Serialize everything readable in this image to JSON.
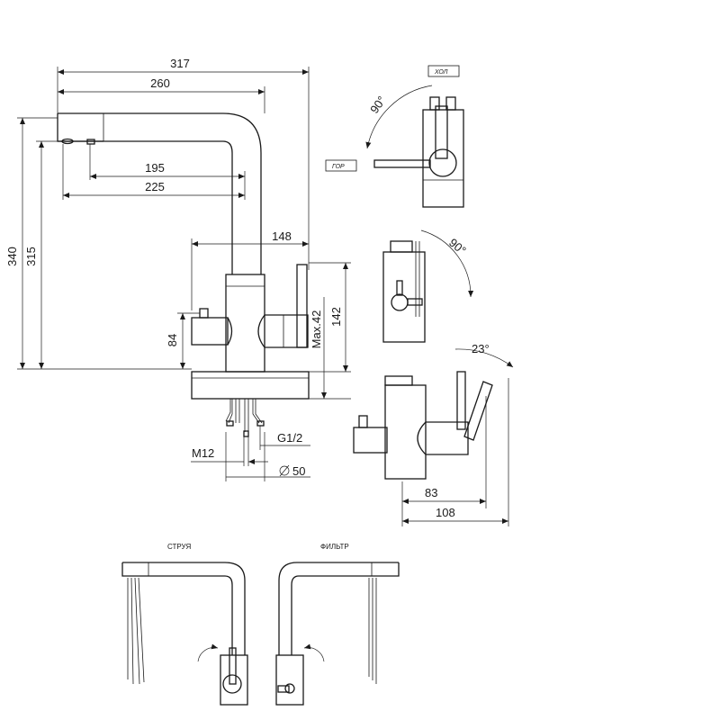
{
  "dimensions": {
    "d317": "317",
    "d260": "260",
    "d195": "195",
    "d225": "225",
    "d148": "148",
    "d340": "340",
    "d315": "315",
    "d84": "84",
    "d142": "142",
    "dmax42": "Max.42",
    "dg12": "G1/2",
    "dm12": "M12",
    "d50": "50",
    "d83": "83",
    "d108": "108"
  },
  "angles": {
    "top_right": "90°",
    "middle_right": "90°",
    "lever_tilt": "23°"
  },
  "labels": {
    "cold": "ХОЛ",
    "hot": "ГОР",
    "jet": "СТРУЯ",
    "filter": "ФИЛЬТР"
  }
}
